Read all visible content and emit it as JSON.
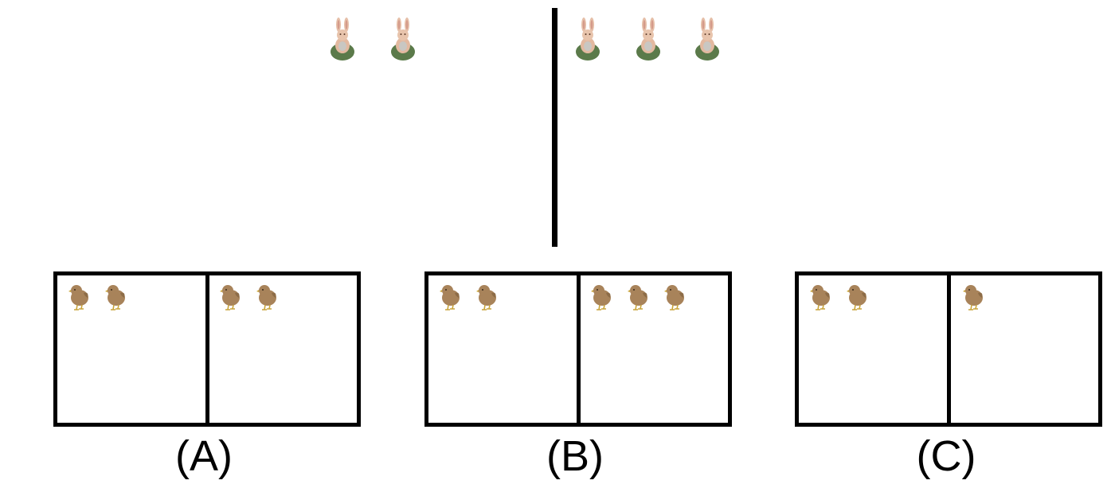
{
  "top": {
    "left_group": {
      "icon": "rabbit-icon",
      "count": 2
    },
    "right_group": {
      "icon": "rabbit-icon",
      "count": 3
    }
  },
  "options": [
    {
      "label": "(A)",
      "left_count": 2,
      "right_count": 2,
      "icon": "chick-icon"
    },
    {
      "label": "(B)",
      "left_count": 2,
      "right_count": 3,
      "icon": "chick-icon"
    },
    {
      "label": "(C)",
      "left_count": 2,
      "right_count": 1,
      "icon": "chick-icon"
    }
  ],
  "colors": {
    "rabbit_body": "#e6bfa8",
    "rabbit_base": "#5b7a4a",
    "chick_body": "#a8835a",
    "chick_feet": "#c9a43a",
    "lines": "#000000"
  }
}
